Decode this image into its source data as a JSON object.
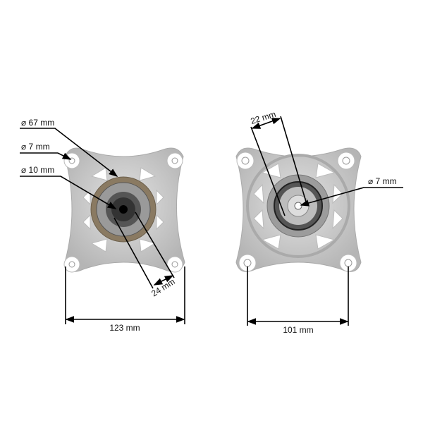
{
  "left_view": {
    "bearing_diameter": "⌀ 67 mm",
    "mount_hole_diameter": "⌀ 7 mm",
    "center_hole_diameter": "⌀ 10 mm",
    "spline_width": "24 mm",
    "overall_width": "123 mm"
  },
  "right_view": {
    "shaft_width": "22 mm",
    "center_hole_diameter": "⌀ 7 mm",
    "hole_spacing": "101 mm"
  },
  "colors": {
    "housing": "#c9c9c9",
    "bearing": "#8a7a62",
    "annotation": "#000000"
  }
}
